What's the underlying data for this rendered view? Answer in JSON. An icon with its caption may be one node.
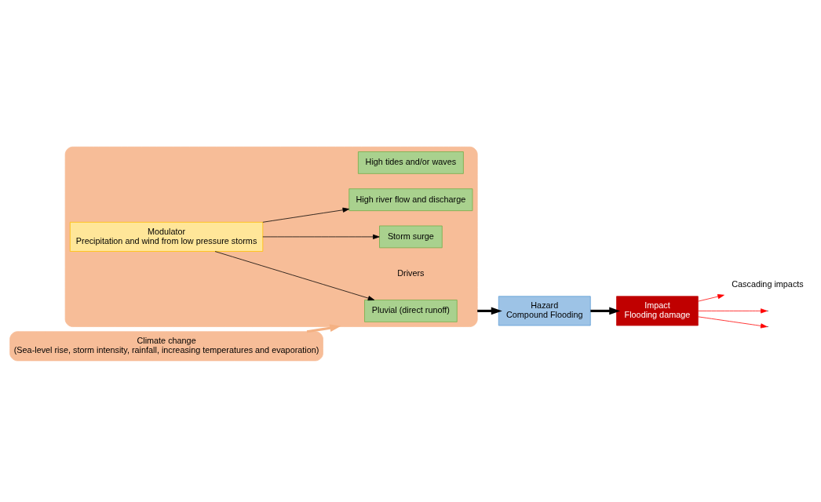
{
  "diagram": {
    "nodes": [
      {
        "text": [],
        "shape": "box"
      },
      {
        "text": [
          "Modulator",
          "Precipitation and wind from low pressure storms"
        ],
        "in": 0
      },
      {
        "text": [
          "High river flow and discharge"
        ],
        "in": 0
      },
      {
        "text": [
          "Pluvial (direct runoff)"
        ],
        "in": 0
      },
      {
        "text": [
          "Storm surge"
        ],
        "in": 0
      },
      {
        "text": [
          "High tides and/or waves"
        ],
        "in": 0
      },
      {
        "text": [
          "Hazard",
          "Compound Flooding"
        ]
      },
      {
        "text": [
          "Impact",
          "Flooding damage"
        ]
      },
      {
        "text": [
          "Climate change",
          "(Sea-level rise, storm intensity, rainfall, increasing temperatures and evaporation)"
        ]
      },
      {
        "text": [
          "Cascading impacts"
        ]
      }
    ],
    "edges": [
      {
        "from": 1,
        "to": 2,
        "arrow": "to"
      },
      {
        "from": 1,
        "to": 3,
        "arrow": "to"
      },
      {
        "from": 1,
        "to": 4,
        "arrow": "to"
      },
      {
        "from": 0,
        "to": 6,
        "arrow": "to",
        "style": "thick"
      },
      {
        "from": 6,
        "to": 7,
        "arrow": "to",
        "style": "thick"
      },
      {
        "from": 7,
        "to": null,
        "arrow": "to",
        "color": "#ff0000"
      },
      {
        "from": 7,
        "to": 9,
        "arrow": "to",
        "color": "#ff0000"
      },
      {
        "from": 7,
        "to": null,
        "arrow": "to",
        "color": "#ff0000"
      },
      {
        "from": 8,
        "to": 0,
        "arrow": "to",
        "style": "thick",
        "color": "#f4b183"
      }
    ],
    "labels": [
      "Drivers"
    ]
  }
}
